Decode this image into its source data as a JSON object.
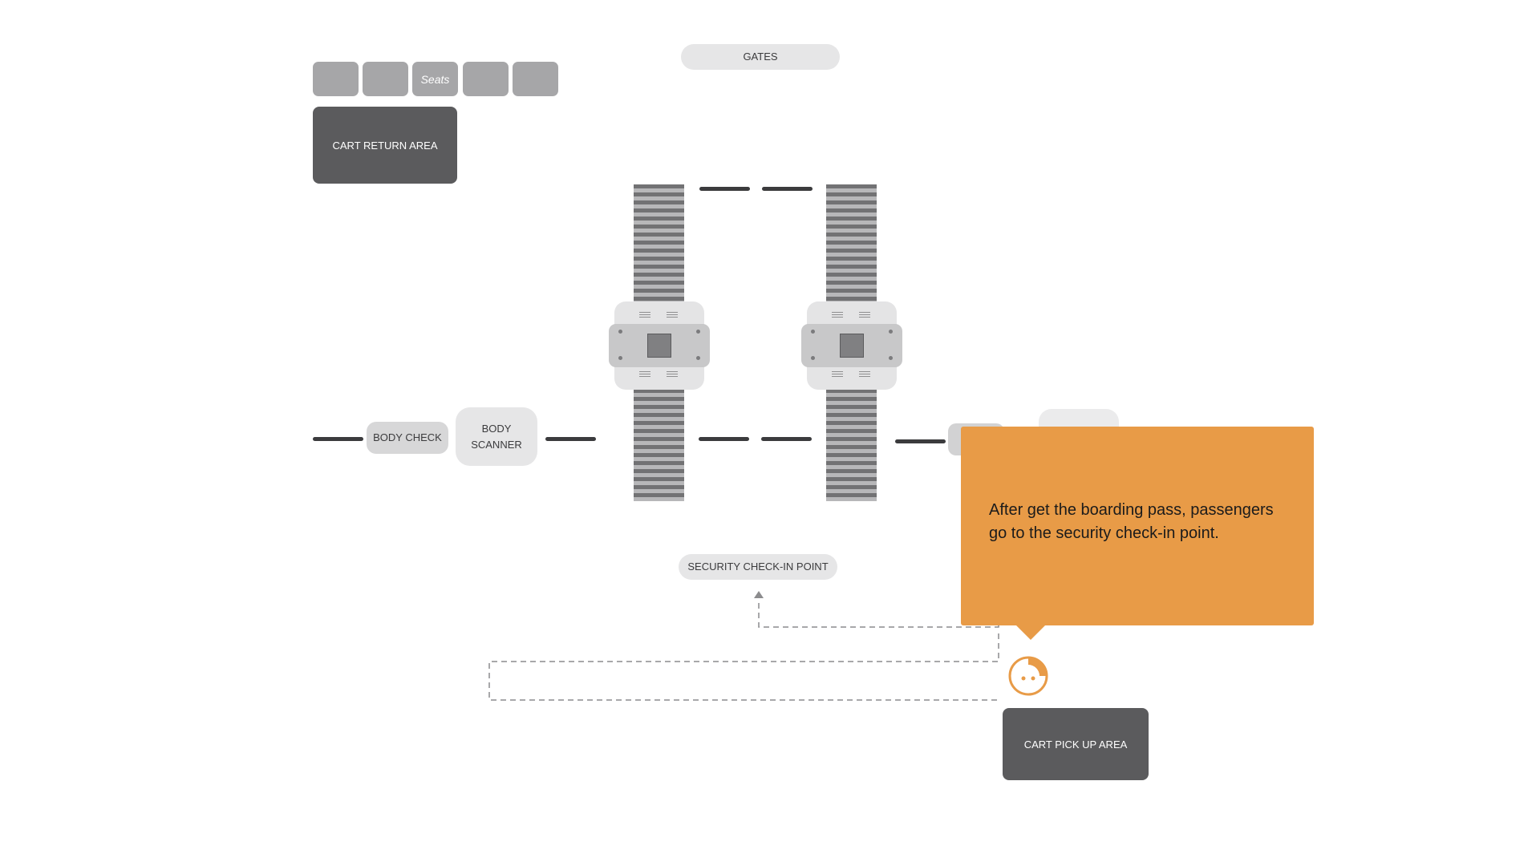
{
  "labels": {
    "gates": "GATES",
    "seats": "Seats",
    "cart_return": "CART RETURN AREA",
    "body_check": "BODY CHECK",
    "body_scanner_line1": "BODY",
    "body_scanner_line2": "SCANNER",
    "security_checkin": "SECURITY CHECK-IN POINT",
    "cart_pickup": "CART PICK UP AREA"
  },
  "tooltip": {
    "text": "After get the boarding pass, passengers go to the security check-in point."
  },
  "icons": {
    "passenger": "passenger-icon",
    "arrow": "arrow-up-icon"
  },
  "colors": {
    "accent": "#e89b47",
    "dark": "#5b5b5d",
    "pill": "#e6e6e7"
  }
}
